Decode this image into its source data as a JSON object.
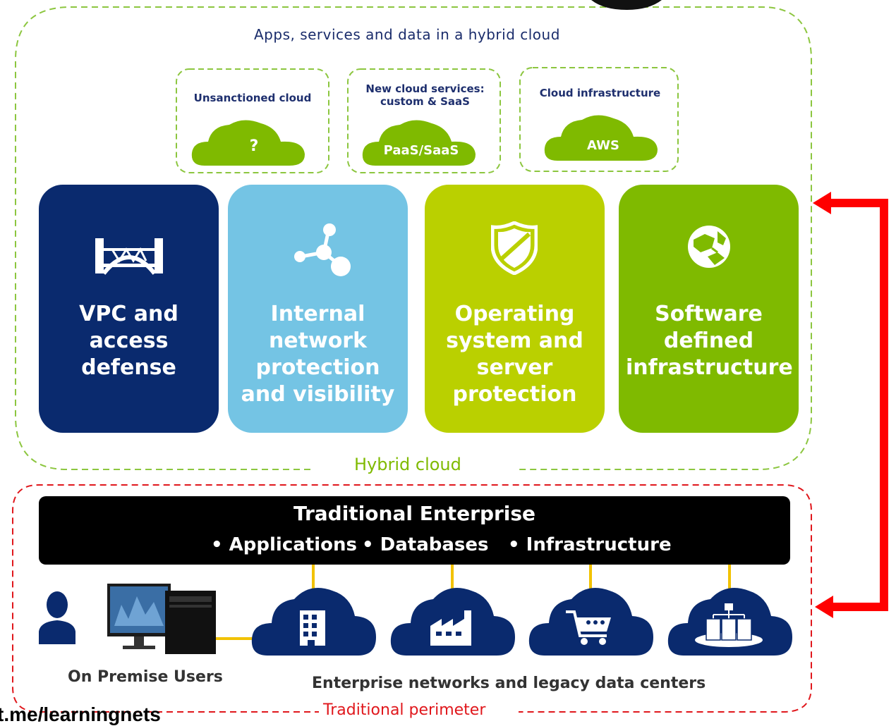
{
  "hybrid": {
    "title": "Apps, services and data in a hybrid cloud",
    "label": "Hybrid cloud"
  },
  "clouds": [
    {
      "heading": "Unsanctioned cloud",
      "text": "?"
    },
    {
      "heading": "New cloud services: custom & SaaS",
      "text": "PaaS/SaaS"
    },
    {
      "heading": "Cloud infrastructure",
      "text": "AWS"
    }
  ],
  "tiles": [
    {
      "label": "VPC and access defense",
      "icon": "bridge-icon",
      "color": "#0a2a6e"
    },
    {
      "label": "Internal network protection and visibility",
      "icon": "network-nodes-icon",
      "color": "#74c4e4"
    },
    {
      "label": "Operating system and server protection",
      "icon": "shield-icon",
      "color": "#bad000"
    },
    {
      "label": "Software defined infrastructure",
      "icon": "globe-network-icon",
      "color": "#7fba00"
    }
  ],
  "enterprise": {
    "title": "Traditional Enterprise",
    "bullets": [
      "• Applications",
      "• Databases",
      "• Infrastructure"
    ]
  },
  "bottom": {
    "users_label": "On Premise Users",
    "networks_label": "Enterprise networks and legacy data centers",
    "perimeter_label": "Traditional perimeter",
    "partial_text": "t.me/learningnets",
    "bottom_clouds": [
      {
        "icon": "office-building-icon"
      },
      {
        "icon": "factory-icon"
      },
      {
        "icon": "shopping-cart-icon"
      },
      {
        "icon": "server-rack-icon"
      }
    ]
  },
  "colors": {
    "navy": "#0a2a6e",
    "sky": "#74c4e4",
    "lime": "#bad000",
    "green": "#7fba00",
    "arrow_red": "#ff0000",
    "connector_yellow": "#f2c200"
  }
}
